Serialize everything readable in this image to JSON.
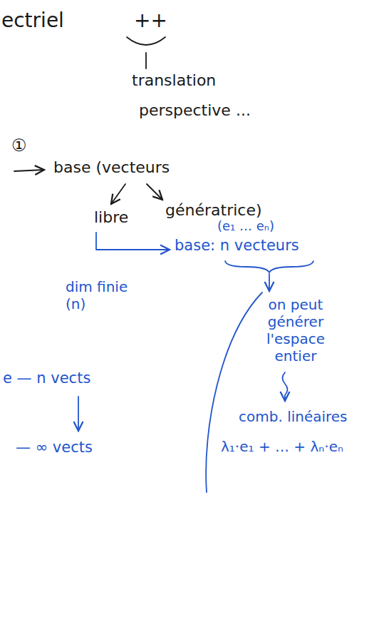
{
  "diagram": {
    "labels": [
      "ectriel",
      "++",
      "translation",
      "perspective ...",
      "①",
      "base (vecteurs",
      "libre",
      "génératrice)",
      "(e₁ … eₙ)",
      "base: n vecteurs",
      "dim finie (n)",
      "e — n vects",
      "— ∞ vects",
      "on peut générer l'espace entier",
      "comb. linéaires",
      "λ₁·e₁ + … + λₙ·eₙ"
    ]
  }
}
